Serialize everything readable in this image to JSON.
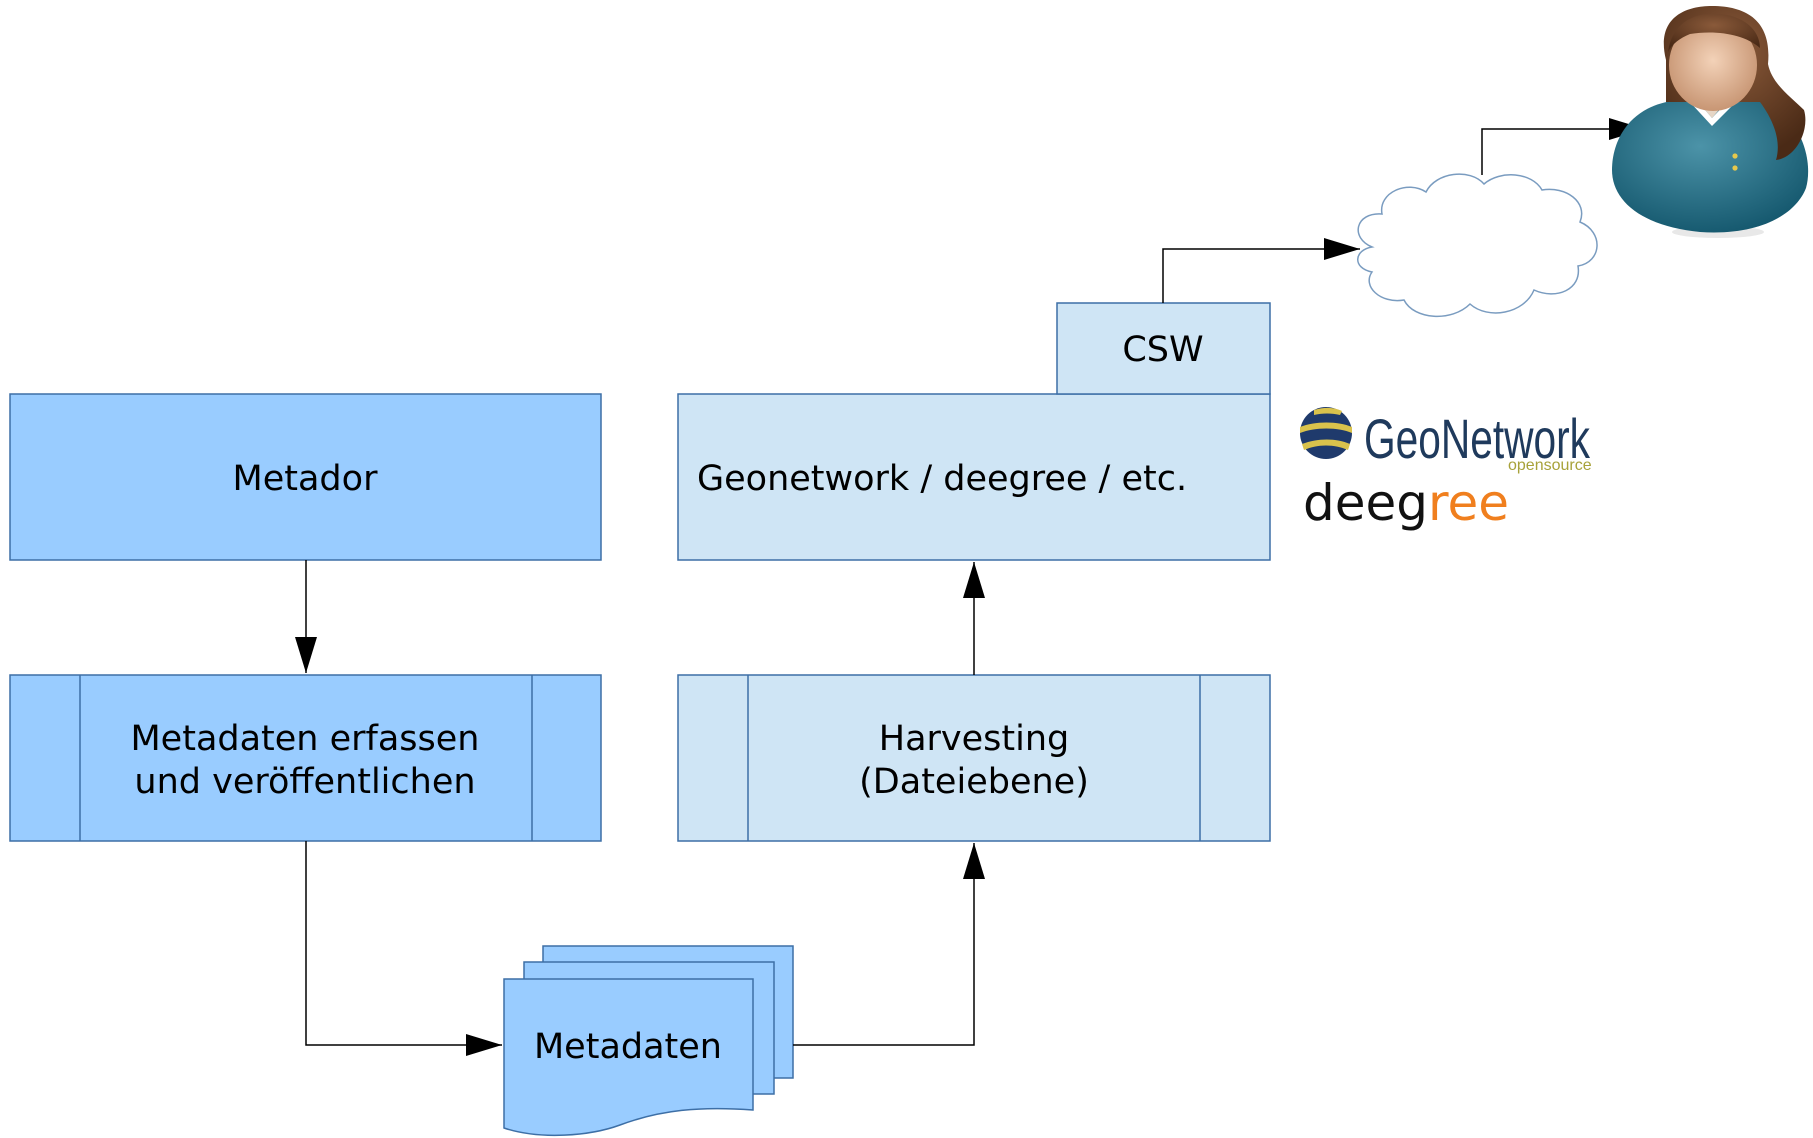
{
  "nodes": {
    "metador": "Metador",
    "metadaten_erfassen": [
      "Metadaten erfassen",
      "und veröffentlichen"
    ],
    "metadaten": "Metadaten",
    "harvesting": [
      "Harvesting",
      "(Dateiebene)"
    ],
    "catalog": "Geonetwork / deegree / etc.",
    "csw": "CSW"
  },
  "logos": {
    "geonetwork": "GeoNetwork",
    "geonetwork_sub": "opensource",
    "deegree_a": "deeg",
    "deegree_b": "ree"
  },
  "colors": {
    "process_fill": "#99ccff",
    "server_fill": "#cfe5f5",
    "border": "#3d6fa6",
    "cloud_stroke": "#7a9cc0",
    "deegree_accent": "#f07f1e"
  },
  "icons": [
    "cloud-icon",
    "user-avatar-icon",
    "geonetwork-logo",
    "deegree-logo"
  ]
}
